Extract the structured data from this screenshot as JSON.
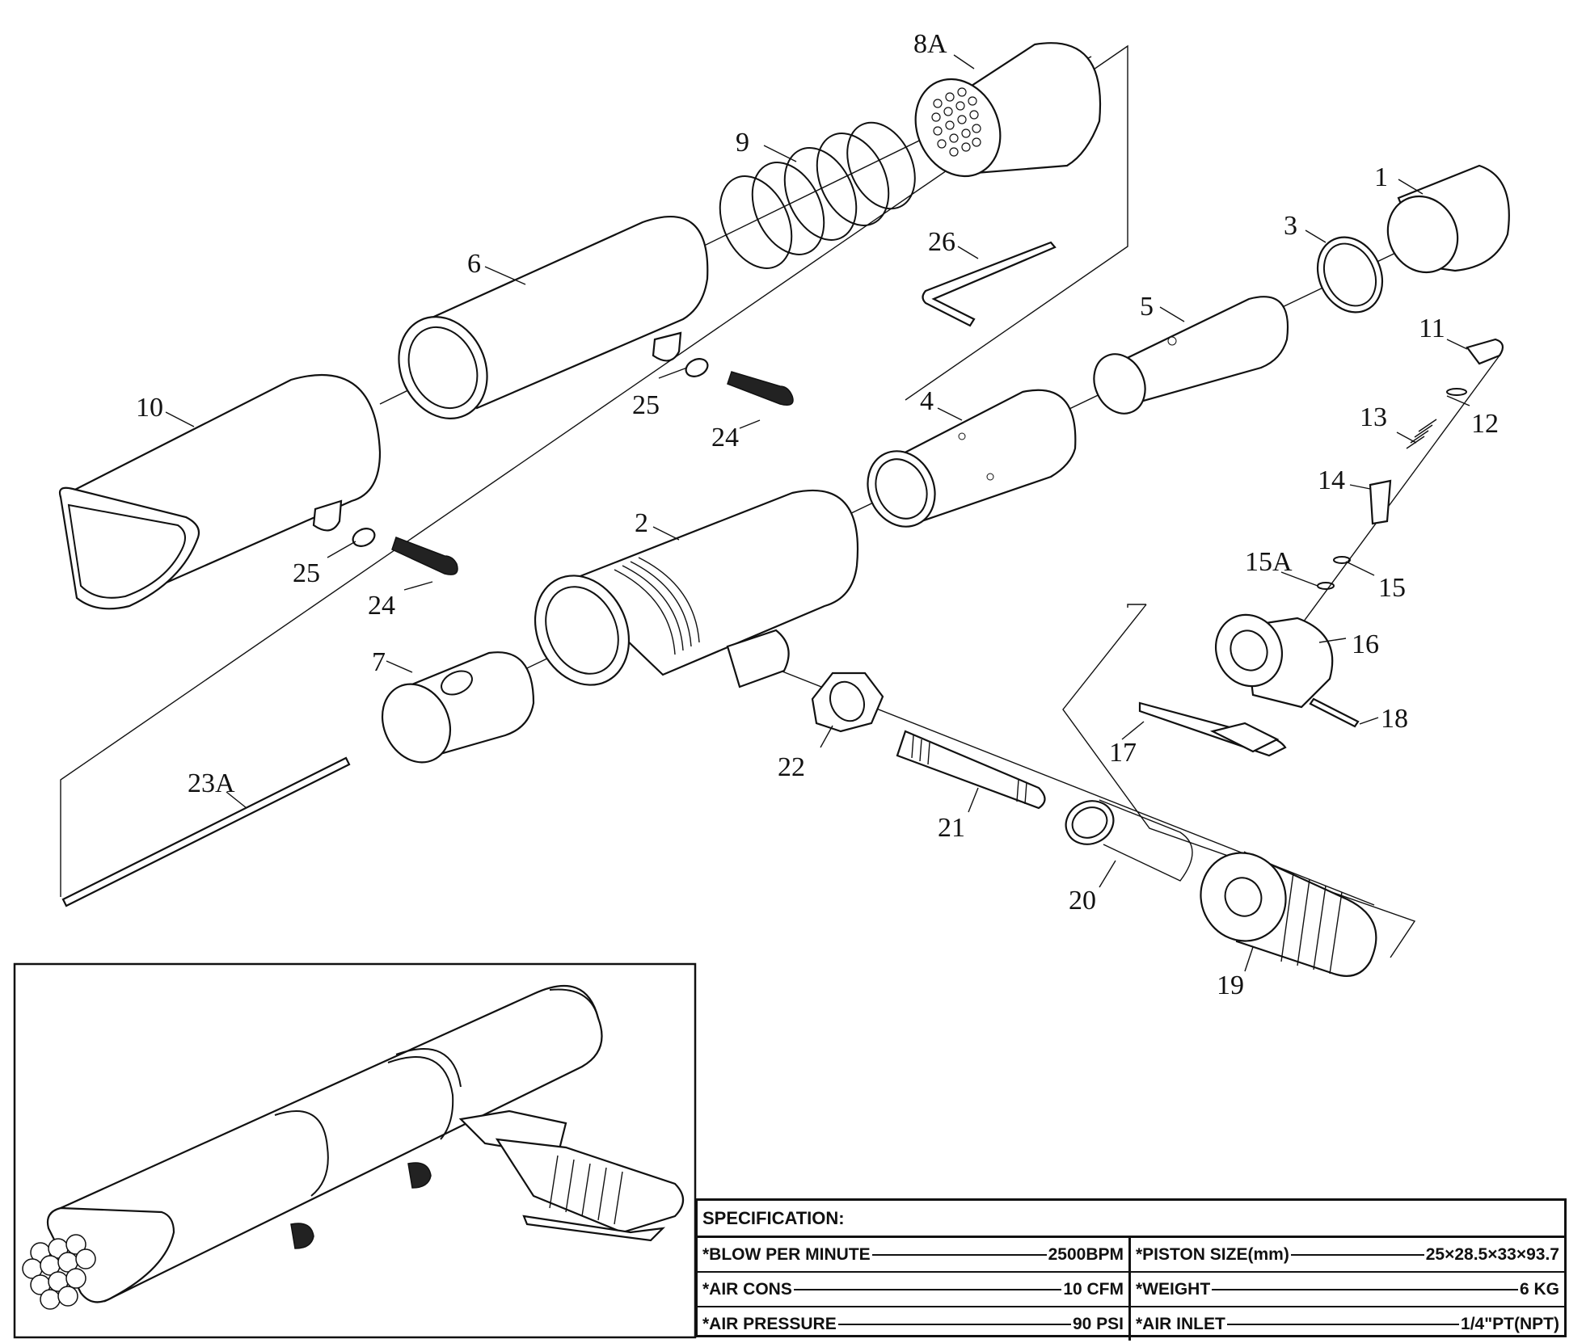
{
  "part_labels": {
    "p1": "1",
    "p2": "2",
    "p3": "3",
    "p4": "4",
    "p5": "5",
    "p6": "6",
    "p7": "7",
    "p8a": "8A",
    "p9": "9",
    "p10": "10",
    "p11": "11",
    "p12": "12",
    "p13": "13",
    "p14": "14",
    "p15": "15",
    "p15a": "15A",
    "p16": "16",
    "p17": "17",
    "p18": "18",
    "p19": "19",
    "p20": "20",
    "p21": "21",
    "p22": "22",
    "p23a": "23A",
    "p24": "24",
    "p25": "25",
    "p26": "26"
  },
  "spec": {
    "title": "SPECIFICATION:",
    "rows": [
      {
        "left_label": "*BLOW PER MINUTE",
        "left_value": "2500BPM",
        "right_label": "*PISTON SIZE(mm)",
        "right_value": "25×28.5×33×93.7"
      },
      {
        "left_label": "*AIR CONS",
        "left_value": "10 CFM",
        "right_label": "*WEIGHT",
        "right_value": "6 KG"
      },
      {
        "left_label": "*AIR PRESSURE",
        "left_value": "90 PSI",
        "right_label": "*AIR INLET",
        "right_value": "1/4\"PT(NPT)"
      }
    ]
  }
}
